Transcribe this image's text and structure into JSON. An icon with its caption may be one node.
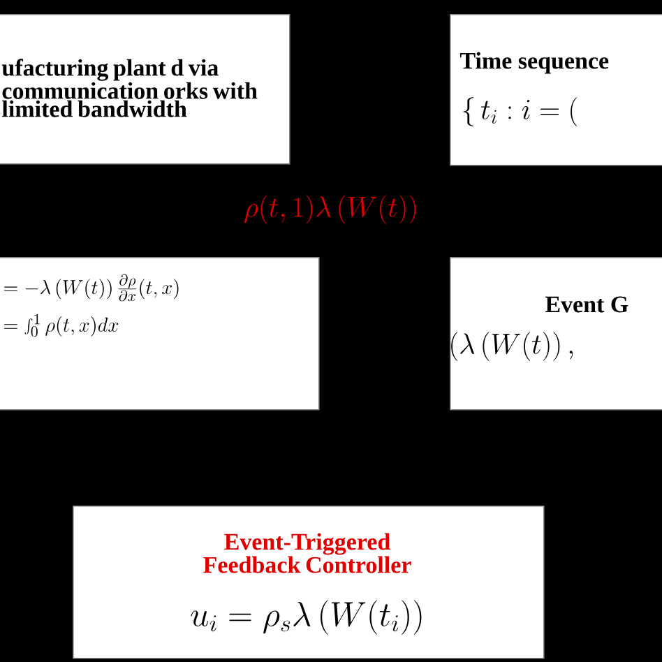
{
  "diagram": {
    "nodes": [
      {
        "text": [
          "ufacturing plant d via communication orks with limited bandwidth"
        ]
      },
      {
        "text": [
          "Time sequence",
          "\\{\\, t_i : i = ("
        ]
      },
      {
        "text": [
          "= -\\lambda\\left(W(t)\\right)\\frac{\\partial\\rho}{\\partial x}(t,x)",
          "= \\int_0^1 \\rho(t,x)dx"
        ]
      },
      {
        "text": [
          "Event G",
          "\\big(\\lambda\\left(W(t)\\right),"
        ]
      },
      {
        "text": [
          "Event-Triggered Feedback Controller",
          "u_i = \\rho_s\\lambda\\left(W(t_i)\\right)"
        ]
      }
    ],
    "labels": [
      "\\rho(t,1)\\lambda\\left(W(t)\\right)"
    ]
  }
}
